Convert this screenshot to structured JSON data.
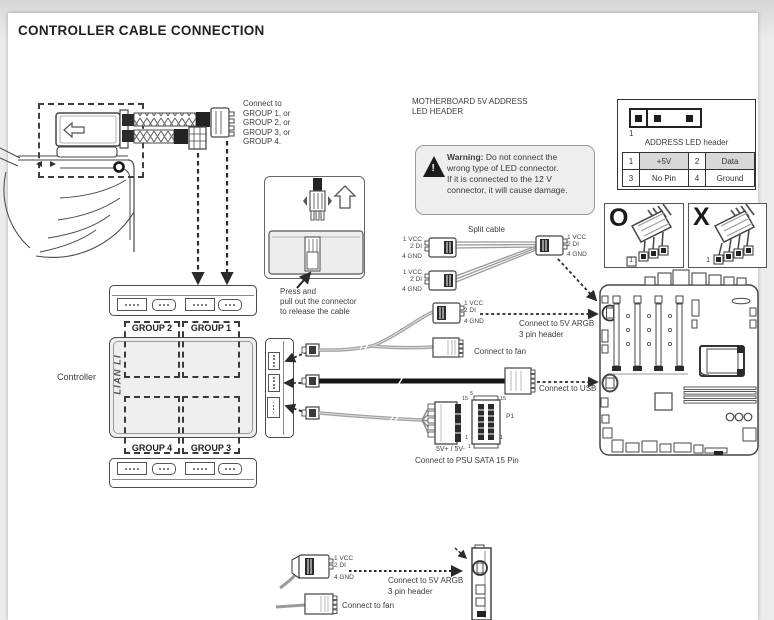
{
  "title": "CONTROLLER CABLE CONNECTION",
  "connect_groups": [
    "Connect to",
    "GROUP 1, or",
    "GROUP 2, or",
    "GROUP 3, or",
    "GROUP 4."
  ],
  "release_note": [
    "Press and",
    "pull out the connector",
    "to release the cable"
  ],
  "mb_header": [
    "MOTHERBOARD 5V ADDRESS",
    "LED HEADER"
  ],
  "warning": {
    "label": "Warning:",
    "line1": " Do not connect the",
    "line2": "wrong type of LED connector.",
    "line3": "If it is connected to the 12 V",
    "line4": "connector, it will cause damage.",
    "icon_mark": "!"
  },
  "led_header": {
    "pin1": "1",
    "caption": "ADDRESS LED header",
    "table": [
      [
        "1",
        "+5V",
        "2",
        "Data"
      ],
      [
        "3",
        "No Pin",
        "4",
        "Ground"
      ]
    ]
  },
  "marks": {
    "correct": "O",
    "wrong": "X",
    "pin1_o": "1",
    "pin1_x": "1"
  },
  "controller": {
    "label": "Controller",
    "logo": "LIAN LI",
    "groups": [
      "GROUP 2",
      "GROUP 1",
      "GROUP 4",
      "GROUP 3"
    ]
  },
  "pins": {
    "vcc": "1 VCC",
    "di": "2 DI",
    "gnd": "4 GND"
  },
  "split_cable_label": "Split cable",
  "labels": {
    "argb1": "Connect to 5V ARGB",
    "argb2": "3 pin header",
    "fan": "Connect to fan",
    "usb": "Connect to USB",
    "sata": "Connect to PSU SATA 15 Pin",
    "sata_v": "5V+ / 5V-"
  },
  "sata_pins": {
    "m_top": "15",
    "m_bot": "1",
    "f_tl": "5",
    "f_tr": "15",
    "f_bl": "1",
    "f_br": "1",
    "p1": "P1"
  }
}
